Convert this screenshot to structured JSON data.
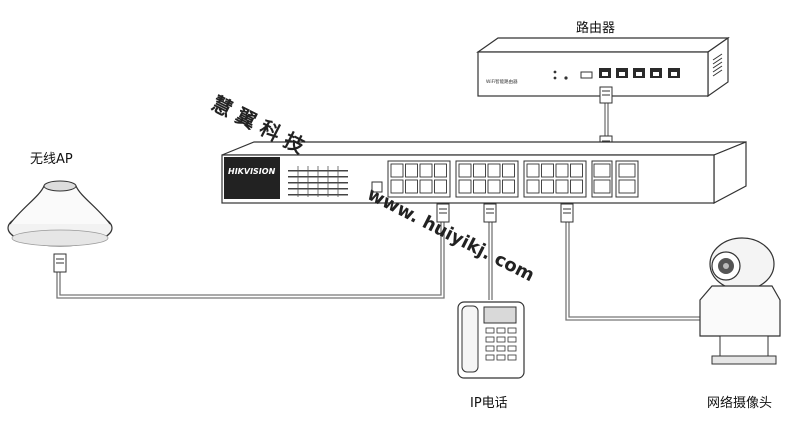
{
  "labels": {
    "router": "路由器",
    "ap": "无线AP",
    "ip_phone": "IP电话",
    "camera": "网络摄像头"
  },
  "switch": {
    "brand": "HIKVISION"
  },
  "router_device": {
    "model_text": "WiFi智能路由器"
  },
  "watermark": {
    "line1": "慧 翼 科 技",
    "line2": "www. huiyikj. com"
  }
}
